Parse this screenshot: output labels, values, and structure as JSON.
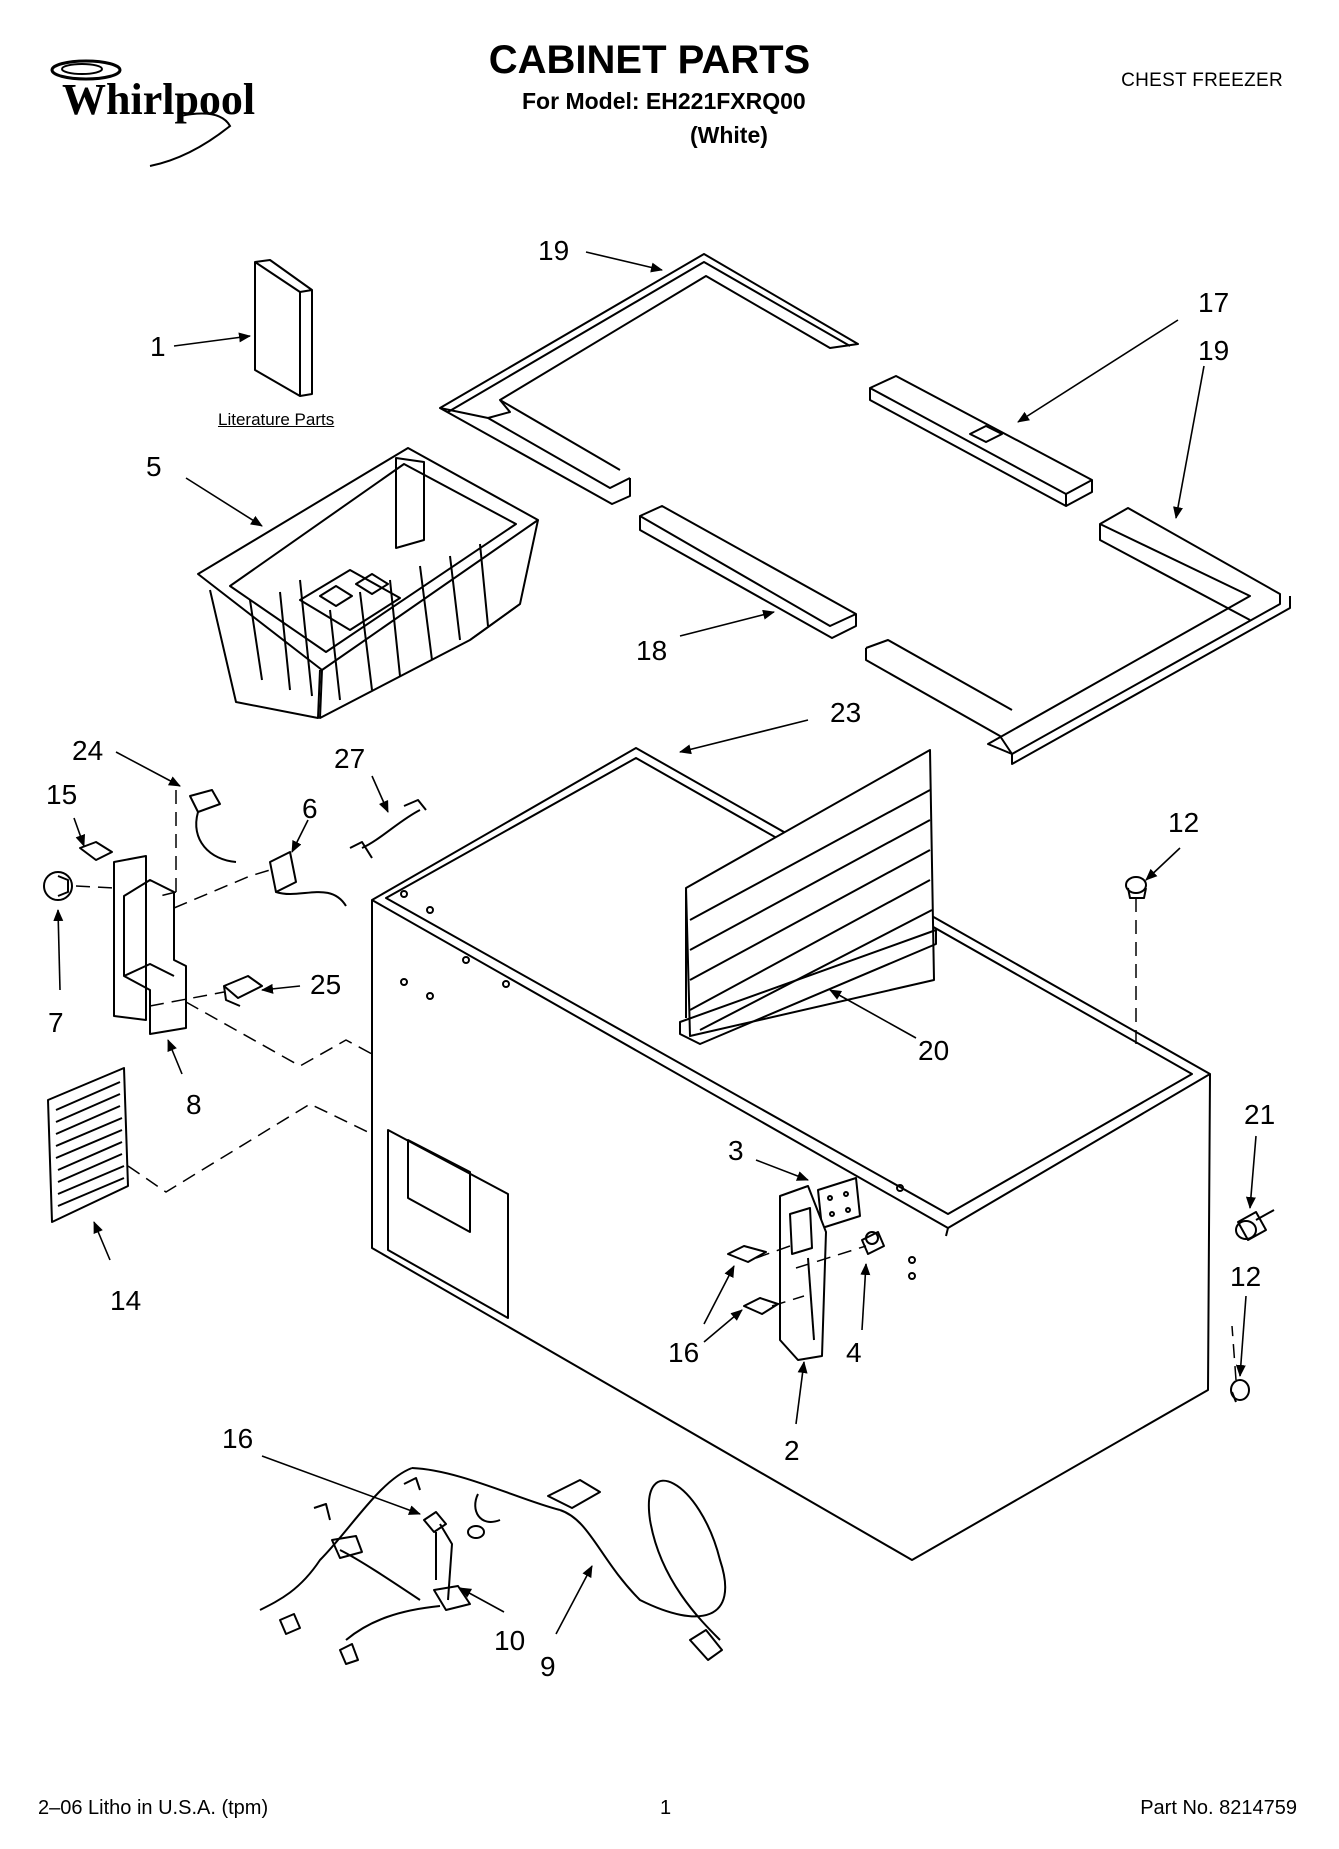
{
  "header": {
    "brand": "Whirlpool",
    "title": "CABINET PARTS",
    "model_line": "For Model: EH221FXRQ00",
    "color_line": "(White)",
    "category": "CHEST FREEZER"
  },
  "labels": {
    "literature_parts": "Literature Parts"
  },
  "callouts": [
    "1",
    "2",
    "3",
    "4",
    "5",
    "6",
    "7",
    "8",
    "9",
    "10",
    "12",
    "12",
    "14",
    "15",
    "16",
    "16",
    "17",
    "18",
    "19",
    "19",
    "20",
    "21",
    "23",
    "24",
    "25",
    "27"
  ],
  "footer": {
    "print_info": "2–06 Litho in U.S.A. (tpm)",
    "page_number": "1",
    "part_number": "Part No. 8214759"
  }
}
